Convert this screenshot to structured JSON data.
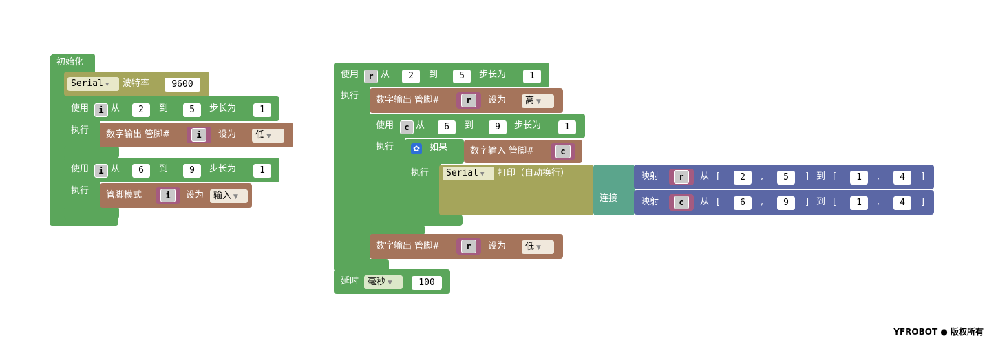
{
  "colors": {
    "loop": "#5ba65b",
    "io": "#a5745b",
    "serial": "#a5a55b",
    "text": "#5ba58c",
    "math": "#5b67a5",
    "variable": "#a55b80"
  },
  "left": {
    "init_label": "初始化",
    "serial_port": "Serial",
    "baud_label": "波特率",
    "baud": "9600",
    "loop1": {
      "use": "使用",
      "var": "i",
      "from": "从",
      "start": "2",
      "to": "到",
      "end": "5",
      "step_label": "步长为",
      "step": "1",
      "do": "执行"
    },
    "dw1": {
      "label": "数字输出 管脚#",
      "var": "i",
      "set": "设为",
      "value": "低"
    },
    "loop2": {
      "use": "使用",
      "var": "i",
      "from": "从",
      "start": "6",
      "to": "到",
      "end": "9",
      "step_label": "步长为",
      "step": "1",
      "do": "执行"
    },
    "pm": {
      "label": "管脚模式",
      "var": "i",
      "set": "设为",
      "value": "输入"
    }
  },
  "right": {
    "loop1": {
      "use": "使用",
      "var": "r",
      "from": "从",
      "start": "2",
      "to": "到",
      "end": "5",
      "step_label": "步长为",
      "step": "1",
      "do": "执行"
    },
    "dw_high": {
      "label": "数字输出 管脚#",
      "var": "r",
      "set": "设为",
      "value": "高"
    },
    "loop2": {
      "use": "使用",
      "var": "c",
      "from": "从",
      "start": "6",
      "to": "到",
      "end": "9",
      "step_label": "步长为",
      "step": "1",
      "do": "执行"
    },
    "if_label": "如果",
    "dr": {
      "label": "数字输入 管脚#",
      "var": "c"
    },
    "do_label": "执行",
    "print": {
      "port": "Serial",
      "label": "打印（自动换行）"
    },
    "join_label": "连接",
    "map1": {
      "label": "映射",
      "var": "r",
      "from": "从",
      "lb": "[",
      "a": "2",
      "comma": ",",
      "b": "5",
      "rb": "]",
      "to": "到",
      "c": "1",
      "d": "4"
    },
    "map2": {
      "label": "映射",
      "var": "c",
      "from": "从",
      "lb": "[",
      "a": "6",
      "comma": ",",
      "b": "9",
      "rb": "]",
      "to": "到",
      "c": "1",
      "d": "4"
    },
    "dw_low": {
      "label": "数字输出 管脚#",
      "var": "r",
      "set": "设为",
      "value": "低"
    },
    "delay": {
      "label": "延时",
      "unit": "毫秒",
      "value": "100"
    }
  },
  "copyright": "YFROBOT ● 版权所有"
}
